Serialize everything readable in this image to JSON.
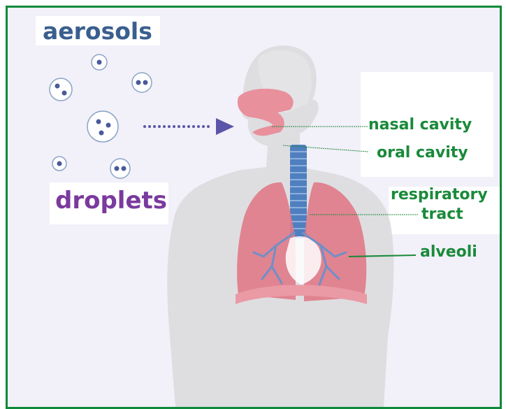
{
  "labels": {
    "aerosols": "aerosols",
    "droplets": "droplets",
    "nasal_cavity": "nasal cavity",
    "oral_cavity": "oral cavity",
    "respiratory_line1": "respiratory",
    "respiratory_line2": "tract",
    "alveoli": "alveoli"
  },
  "colors": {
    "aerosols_text": "#3a5f8f",
    "droplets_text": "#7a3a9e",
    "anatomy_label_text": "#1a8a3a",
    "frame_border": "#0c8a3a",
    "arrow": "#5a55a8",
    "airway": "#4f7fbf",
    "lungs": "#e07a88",
    "body": "#dcdcde"
  }
}
